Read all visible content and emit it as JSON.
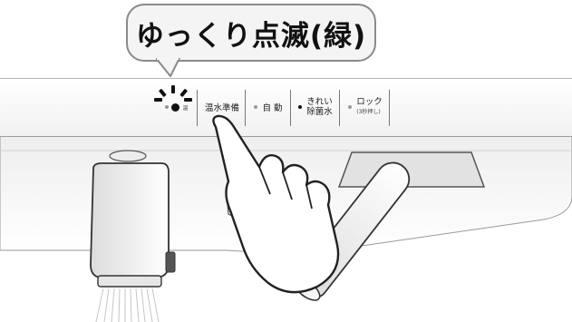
{
  "callout": {
    "text": "ゆっくり点滅(緑)"
  },
  "panel": {
    "indicator_label": "温",
    "buttons": [
      {
        "label": "温水準備"
      },
      {
        "label": "自 動"
      },
      {
        "label_line1": "きれい",
        "label_line2": "除菌水"
      },
      {
        "label_line1": "ロック",
        "label_line2": "(3秒押し)"
      }
    ]
  },
  "colors": {
    "panel": "#f4f4f4",
    "outline": "#555555",
    "led": "#111111"
  }
}
